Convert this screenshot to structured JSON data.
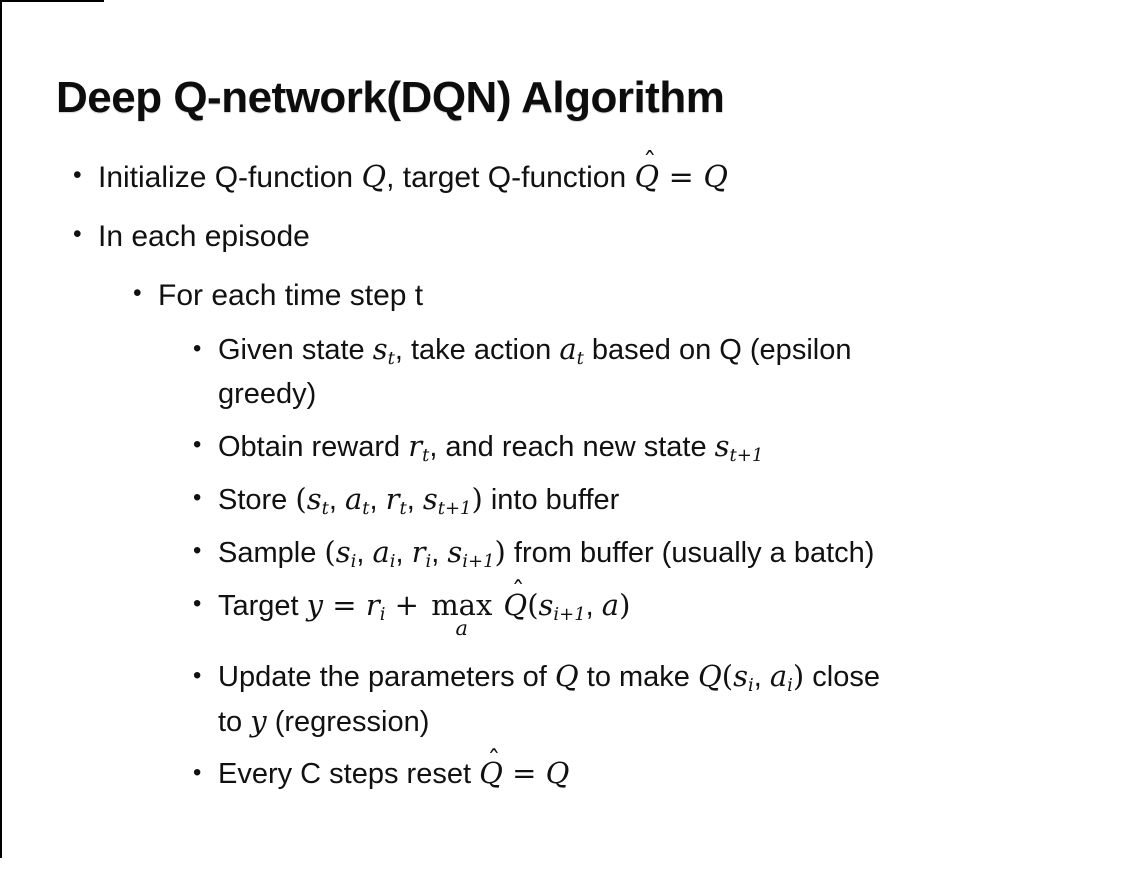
{
  "slide": {
    "title": "Deep Q-network(DQN) Algorithm",
    "bullet_glyph": "•",
    "colors": {
      "background": "#ffffff",
      "text": "#111111",
      "title": "#0d0d0d",
      "border": "#000000"
    },
    "bullets": [
      {
        "level": 1,
        "runs": [
          {
            "t": "Initialize Q-function "
          },
          {
            "t": "Q",
            "sf": 1,
            "i": 1
          },
          {
            "t": ", target Q-function "
          },
          {
            "t": "Q",
            "sf": 1,
            "i": 1,
            "hat": 1
          },
          {
            "t": " = ",
            "sf": 1
          },
          {
            "t": "Q",
            "sf": 1,
            "i": 1
          }
        ]
      },
      {
        "level": 1,
        "runs": [
          {
            "t": "In each episode"
          }
        ]
      },
      {
        "level": 2,
        "runs": [
          {
            "t": "For each time step t"
          }
        ]
      },
      {
        "level": 3,
        "runs": [
          {
            "t": "Given state "
          },
          {
            "t": "s",
            "sf": 1,
            "i": 1,
            "sub": "t"
          },
          {
            "t": ", take action "
          },
          {
            "t": "a",
            "sf": 1,
            "i": 1,
            "sub": "t"
          },
          {
            "t": " based on Q (epsilon"
          },
          {
            "br": 1
          },
          {
            "t": "greedy)"
          }
        ]
      },
      {
        "level": 3,
        "runs": [
          {
            "t": "Obtain reward "
          },
          {
            "t": "r",
            "sf": 1,
            "i": 1,
            "sub": "t"
          },
          {
            "t": ", and reach new state "
          },
          {
            "t": "s",
            "sf": 1,
            "i": 1,
            "sub": "t+1"
          }
        ]
      },
      {
        "level": 3,
        "runs": [
          {
            "t": "Store "
          },
          {
            "t": "(",
            "sf": 1
          },
          {
            "t": "s",
            "sf": 1,
            "i": 1,
            "sub": "t"
          },
          {
            "t": ", "
          },
          {
            "t": "a",
            "sf": 1,
            "i": 1,
            "sub": "t"
          },
          {
            "t": ", "
          },
          {
            "t": "r",
            "sf": 1,
            "i": 1,
            "sub": "t"
          },
          {
            "t": ", "
          },
          {
            "t": "s",
            "sf": 1,
            "i": 1,
            "sub": "t+1"
          },
          {
            "t": ")",
            "sf": 1
          },
          {
            "t": " into buffer"
          }
        ]
      },
      {
        "level": 3,
        "runs": [
          {
            "t": "Sample "
          },
          {
            "t": "(",
            "sf": 1
          },
          {
            "t": "s",
            "sf": 1,
            "i": 1,
            "sub": "i"
          },
          {
            "t": ", "
          },
          {
            "t": "a",
            "sf": 1,
            "i": 1,
            "sub": "i"
          },
          {
            "t": ", "
          },
          {
            "t": "r",
            "sf": 1,
            "i": 1,
            "sub": "i"
          },
          {
            "t": ", "
          },
          {
            "t": "s",
            "sf": 1,
            "i": 1,
            "sub": "i+1"
          },
          {
            "t": ")",
            "sf": 1
          },
          {
            "t": " from buffer (usually a batch)"
          }
        ]
      },
      {
        "level": 3,
        "extra_gap": 1,
        "runs": [
          {
            "t": "Target "
          },
          {
            "t": "y",
            "sf": 1,
            "i": 1
          },
          {
            "t": " = ",
            "sf": 1
          },
          {
            "t": "r",
            "sf": 1,
            "i": 1,
            "sub": "i"
          },
          {
            "t": " + ",
            "sf": 1
          },
          {
            "stack": {
              "top": "max",
              "bottom": "a"
            }
          },
          {
            "t": " "
          },
          {
            "t": "Q",
            "sf": 1,
            "i": 1,
            "hat": 1
          },
          {
            "t": "(",
            "sf": 1
          },
          {
            "t": "s",
            "sf": 1,
            "i": 1,
            "sub": "i+1"
          },
          {
            "t": ", "
          },
          {
            "t": "a",
            "sf": 1,
            "i": 1
          },
          {
            "t": ")",
            "sf": 1
          }
        ]
      },
      {
        "level": 3,
        "runs": [
          {
            "t": "Update the parameters of "
          },
          {
            "t": "Q",
            "sf": 1,
            "i": 1
          },
          {
            "t": " to make "
          },
          {
            "t": "Q",
            "sf": 1,
            "i": 1
          },
          {
            "t": "(",
            "sf": 1
          },
          {
            "t": "s",
            "sf": 1,
            "i": 1,
            "sub": "i"
          },
          {
            "t": ", "
          },
          {
            "t": "a",
            "sf": 1,
            "i": 1,
            "sub": "i"
          },
          {
            "t": ")",
            "sf": 1
          },
          {
            "t": " close"
          },
          {
            "br": 1
          },
          {
            "t": "to "
          },
          {
            "t": "y",
            "sf": 1,
            "i": 1
          },
          {
            "t": " (regression)"
          }
        ]
      },
      {
        "level": 3,
        "runs": [
          {
            "t": "Every C steps reset "
          },
          {
            "t": "Q",
            "sf": 1,
            "i": 1,
            "hat": 1
          },
          {
            "t": " = ",
            "sf": 1
          },
          {
            "t": "Q",
            "sf": 1,
            "i": 1
          }
        ]
      }
    ]
  }
}
